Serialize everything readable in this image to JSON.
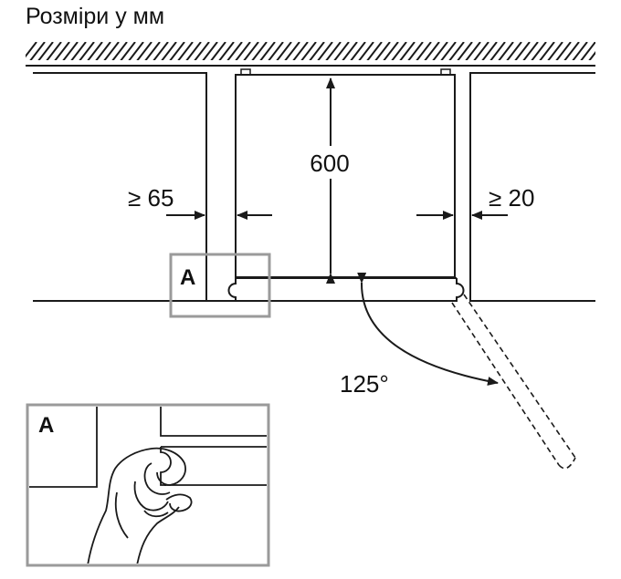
{
  "title": "Розміри у мм",
  "dimensions": {
    "depth": "600",
    "left_gap": "≥ 65",
    "right_gap": "≥ 20",
    "door_angle": "125°"
  },
  "callouts": {
    "detail_marker": "A",
    "detail_panel": "A"
  },
  "colors": {
    "line": "#1a1a1a",
    "callout_frame": "#9a9a9a",
    "background": "#ffffff"
  }
}
